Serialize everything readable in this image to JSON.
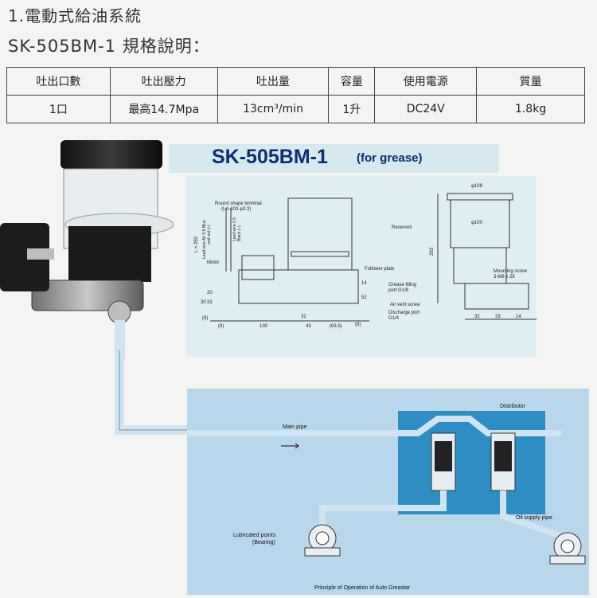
{
  "heading": "1.電動式給油系統",
  "subheading": "SK-505BM-1 規格說明：",
  "spec_table": {
    "headers": [
      "吐出口數",
      "吐出壓力",
      "吐出量",
      "容量",
      "使用電源",
      "質量"
    ],
    "values": [
      "1口",
      "最高14.7Mpa",
      "13cm³/min",
      "1升",
      "DC24V",
      "1.8kg"
    ]
  },
  "banner": {
    "title": "SK-505BM-1",
    "suffix": "(for grease)"
  },
  "drawing": {
    "round_terminal": "Round shape terminal",
    "round_terminal_spec": "(LA-103  φ3.3)",
    "lead_l": "L = 250",
    "lead_blue": "Lead wire AV 0.5 Blue",
    "lead_blue_pol": "and red (+)",
    "lead_black": "Lead wire 0.5",
    "lead_black_pol": "Black (–)",
    "motor": "Motor",
    "follower_plate": "Follower plate",
    "reservoir": "Reservoir",
    "grease_filling": "Grease filling",
    "grease_port": "port G1/8",
    "air_vent": "Air vent screw",
    "discharge": "Discharge port",
    "discharge_size": "G1/4",
    "mounting": "Mounting screw",
    "mounting_size": "3-M8 x 28",
    "d_108": "φ108",
    "d_100": "φ100",
    "dim_293": "293",
    "dim_33": "33",
    "dim_20": "20",
    "dim_30": "30",
    "dim_9": "(9)",
    "dim_100": "100",
    "dim_43": "43",
    "dim_635": "(63.5)",
    "dim_32": "32",
    "dim_52": "52",
    "dim_14": "14",
    "dim_8": "(8)",
    "dim_r32": "32",
    "dim_r33": "33",
    "dim_r14": "14"
  },
  "operation": {
    "distributor": "Distributor",
    "main_pipe": "Main pipe",
    "lubricated": "Lubricated points",
    "bearing": "(Bearing)",
    "oil_supply": "Oil supply pipe",
    "caption": "Principle of Operation of Auto Greastar"
  },
  "colors": {
    "banner_text": "#0f2d74",
    "banner_bg": "#d6e9ef",
    "drawing_bg": "#dfeef3",
    "operation_bg": "#b9d7ea",
    "distributor_bg": "#2e8ec4",
    "pipe": "#cfe4f0"
  }
}
